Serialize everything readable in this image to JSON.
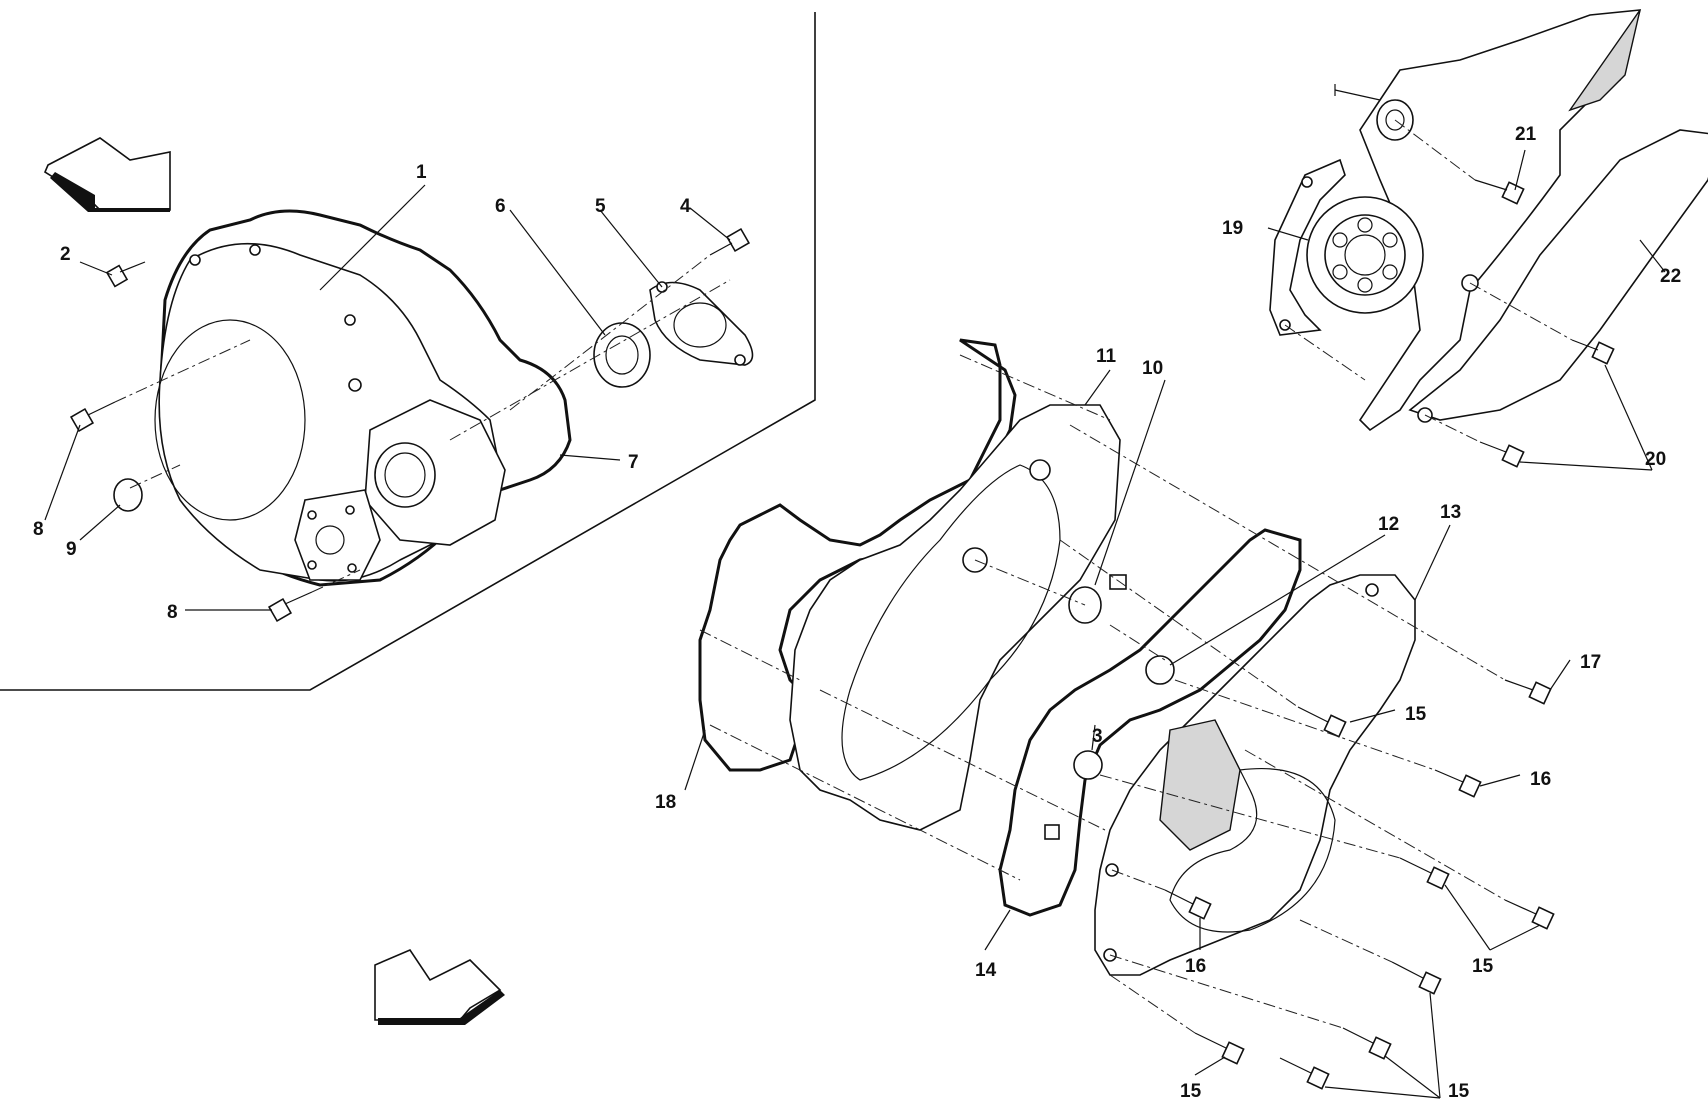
{
  "callouts": {
    "c1": "1",
    "c2": "2",
    "c3": "3",
    "c4": "4",
    "c5": "5",
    "c6": "6",
    "c7": "7",
    "c8a": "8",
    "c8b": "8",
    "c9": "9",
    "c10": "10",
    "c11": "11",
    "c12": "12",
    "c13": "13",
    "c14": "14",
    "c15a": "15",
    "c15b": "15",
    "c15c": "15",
    "c15d": "15",
    "c16a": "16",
    "c16b": "16",
    "c17": "17",
    "c18": "18",
    "c19": "19",
    "c20": "20",
    "c21": "21",
    "c22": "22"
  }
}
